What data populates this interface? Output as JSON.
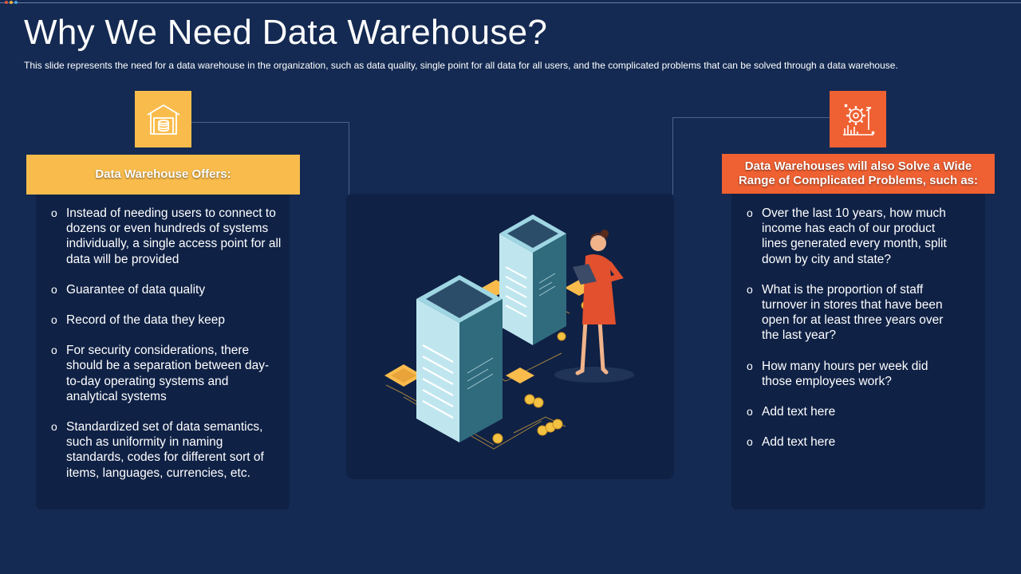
{
  "slide": {
    "title": "Why We Need Data Warehouse?",
    "subtitle": "This slide represents the need for a data warehouse in the organization,  such as data quality, single point for all data for all users, and the complicated problems that can be solved through a data warehouse."
  },
  "left_card": {
    "icon": "warehouse-icon",
    "heading": "Data Warehouse Offers:",
    "items": [
      "Instead  of needing users to connect to dozens or even hundreds of systems individually,  a single access point for all data will be provided",
      "Guarantee  of data quality",
      "Record of the data they keep",
      "For security considerations, there should be a separation between day-to-day operating systems and analytical systems",
      "Standardized set of data semantics, such as uniformity  in naming standards, codes for different sort of items, languages, currencies, etc."
    ]
  },
  "right_card": {
    "icon": "gear-wrench-chart-icon",
    "heading": "Data Warehouses will also Solve a Wide Range of Complicated Problems, such as:",
    "items": [
      "Over the last 10 years, how much income has each of our product lines generated every month, split down by city and state?",
      "What is the proportion of staff turnover  in stores that have been open for at least three years over the last year?",
      "How many hours per week did those employees work?",
      "Add text here",
      "Add text here"
    ]
  },
  "colors": {
    "background": "#142a52",
    "panel": "#0f2145",
    "accent_yellow": "#f9bc4c",
    "accent_orange": "#ef6032"
  }
}
